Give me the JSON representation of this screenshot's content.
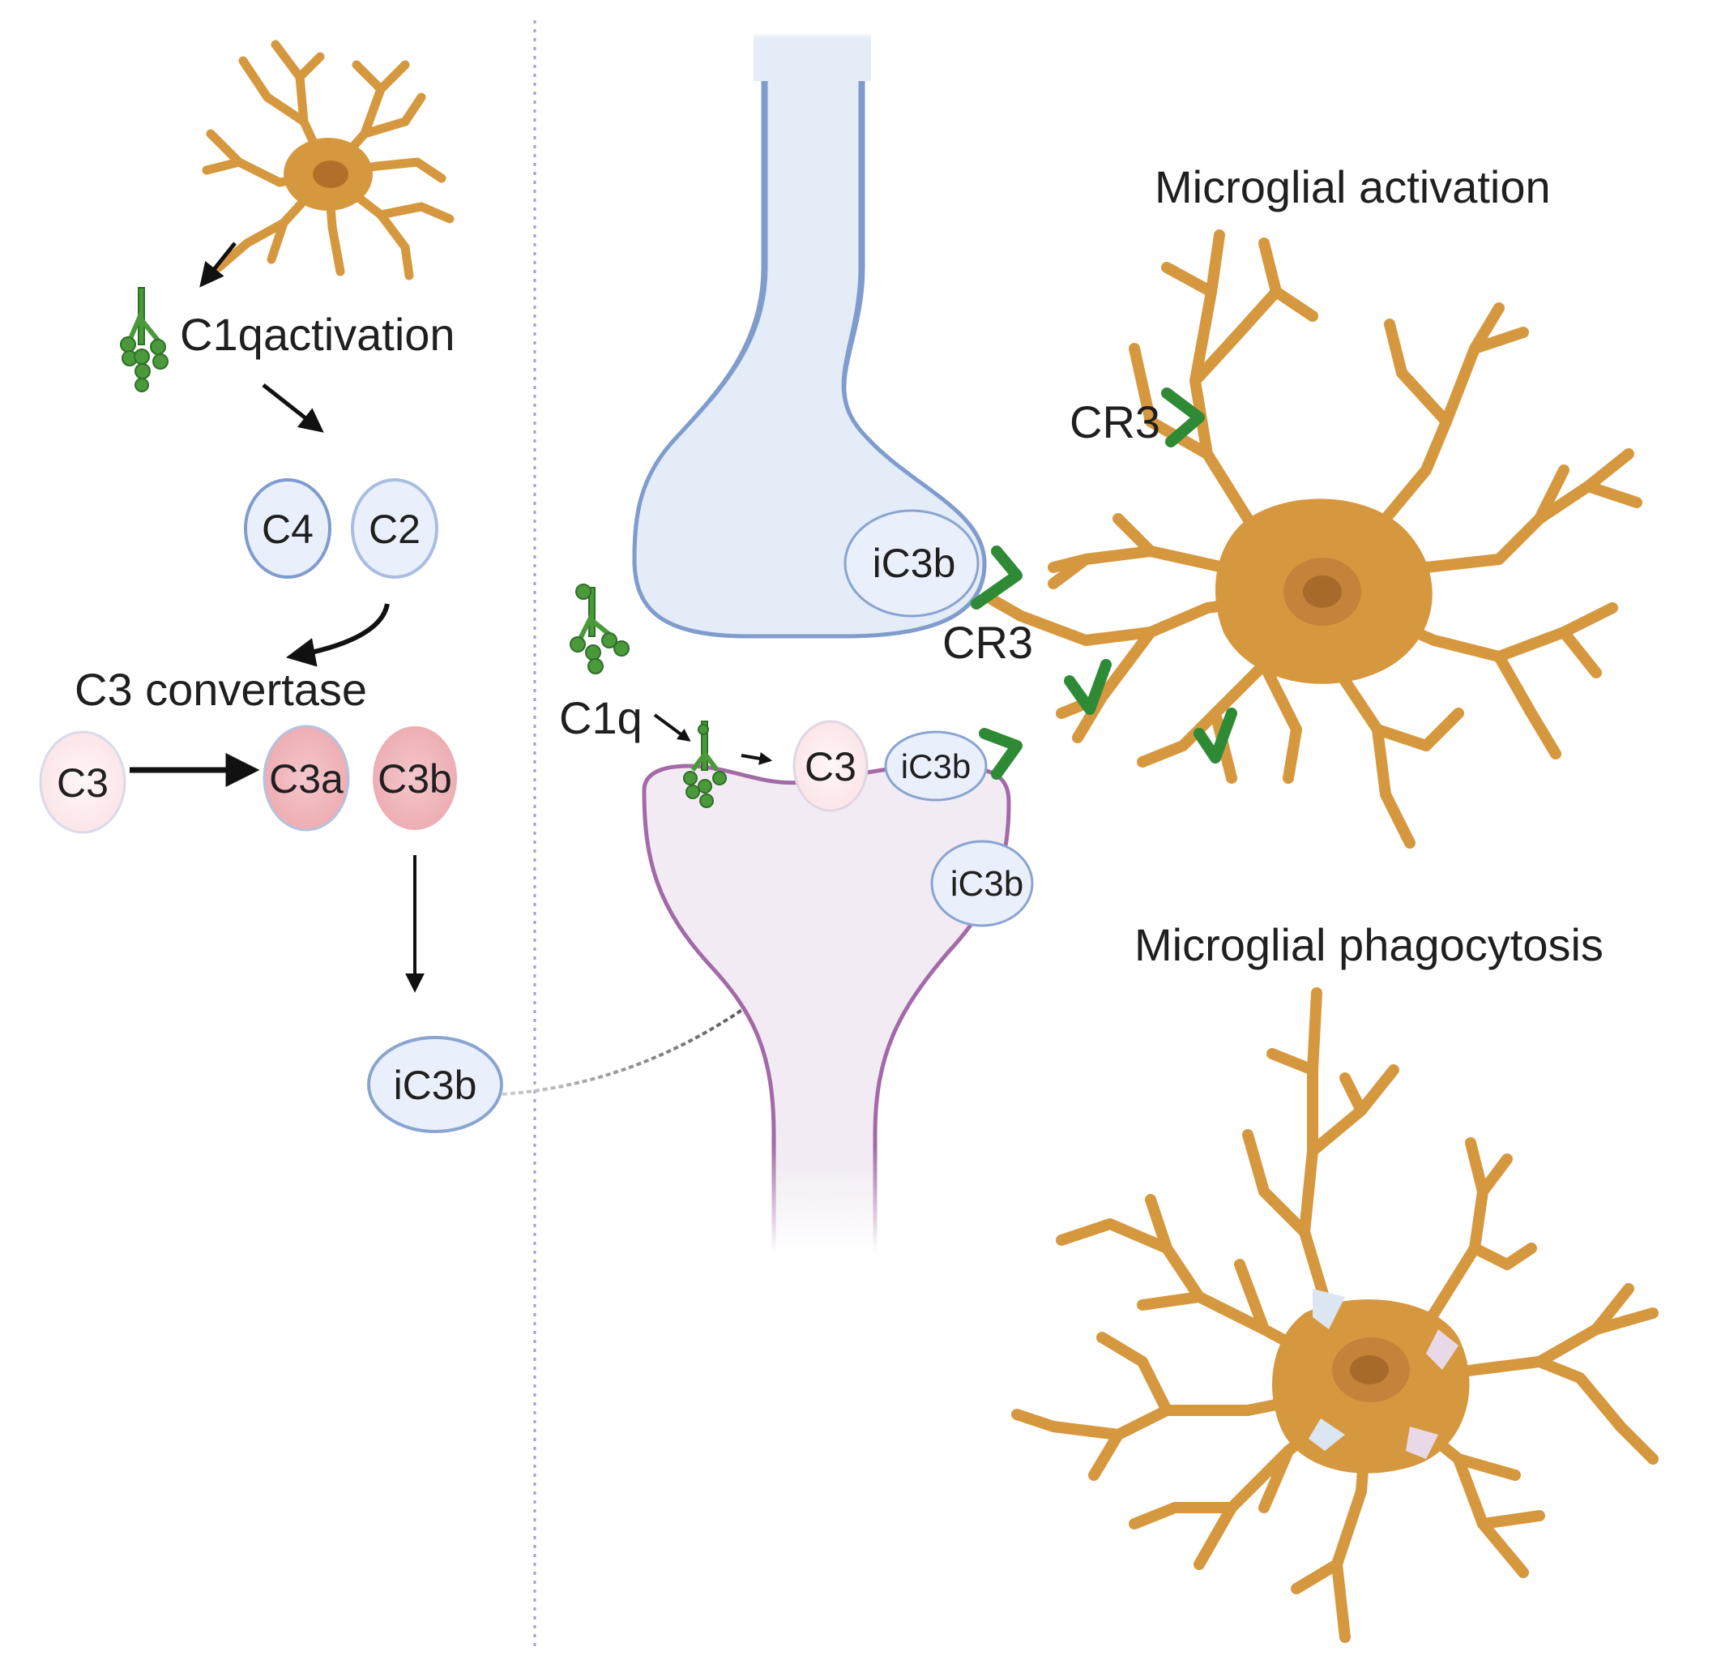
{
  "colors": {
    "presynapse_fill": "#e3ecf7",
    "presynapse_stroke": "#7f9ccd",
    "postsynapse_fill": "#f3ebf4",
    "postsynapse_stroke": "#a26aa6",
    "microglia_body": "#d6983e",
    "microglia_nucleus": "#b1702a",
    "receptor_green": "#2f8a36",
    "c1q_green": "#4a9a3b",
    "blue_node_fill": "#e9f0fb",
    "blue_node_stroke": "#8aa4d0",
    "pink_node_fill": "#fbe8ea",
    "pink_node_dark": "#f0b8bd",
    "divider": "#9aa2d6"
  },
  "left_panel": {
    "c1q_label": "C1q",
    "activation_label": "activation",
    "c4": "C4",
    "c2": "C2",
    "c3_convertase": "C3 convertase",
    "c3": "C3",
    "c3a": "C3a",
    "c3b": "C3b",
    "ic3b": "iC3b"
  },
  "synapse": {
    "ic3b_pre": "iC3b",
    "cr3_pre": "CR3",
    "c1q_label": "C1q",
    "c3_post": "C3",
    "ic3b_post": "iC3b",
    "ic3b_lower": "iC3b"
  },
  "right_panel": {
    "activation_title": "Microglial activation",
    "cr3_top": "CR3",
    "phagocytosis_title": "Microglial phagocytosis"
  }
}
